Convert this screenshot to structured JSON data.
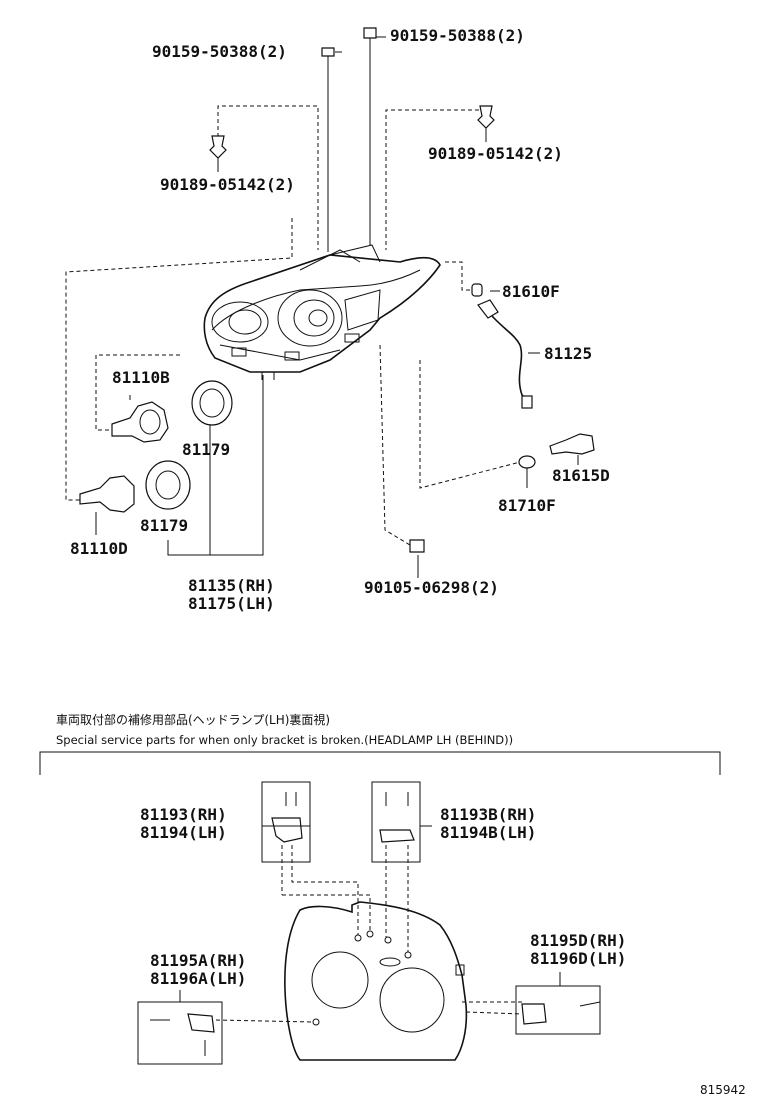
{
  "labels": {
    "p90159_left": "90159-50388(2)",
    "p90159_right": "90159-50388(2)",
    "p90189_left": "90189-05142(2)",
    "p90189_right": "90189-05142(2)",
    "p81610F": "81610F",
    "p81125": "81125",
    "p81110B": "81110B",
    "p81179_top": "81179",
    "p81179_bottom": "81179",
    "p81615D": "81615D",
    "p81710F": "81710F",
    "p81110D": "81110D",
    "p81135": "81135(RH)",
    "p81175": "81175(LH)",
    "p90105": "90105-06298(2)",
    "p81193": "81193(RH)",
    "p81194": "81194(LH)",
    "p81193B": "81193B(RH)",
    "p81194B": "81194B(LH)",
    "p81195A": "81195A(RH)",
    "p81196A": "81196A(LH)",
    "p81195D": "81195D(RH)",
    "p81196D": "81196D(LH)"
  },
  "note": {
    "japanese": "車両取付部の補修用部品(ヘッドランプ(LH)裏面視)",
    "english": "Special service parts for when only bracket is broken.(HEADLAMP LH (BEHIND))"
  },
  "diagram_code": "815942"
}
